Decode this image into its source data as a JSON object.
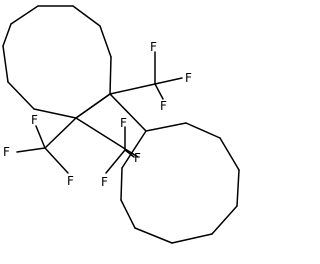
{
  "molecule": {
    "atoms": [
      {
        "element": "F"
      },
      {
        "element": "F"
      },
      {
        "element": "F"
      },
      {
        "element": "F"
      },
      {
        "element": "F"
      },
      {
        "element": "F"
      },
      {
        "element": "F"
      },
      {
        "element": "F"
      },
      {
        "element": "F"
      }
    ],
    "colors": {
      "bond": "#000000",
      "label": "#000000",
      "background": "#ffffff"
    }
  }
}
